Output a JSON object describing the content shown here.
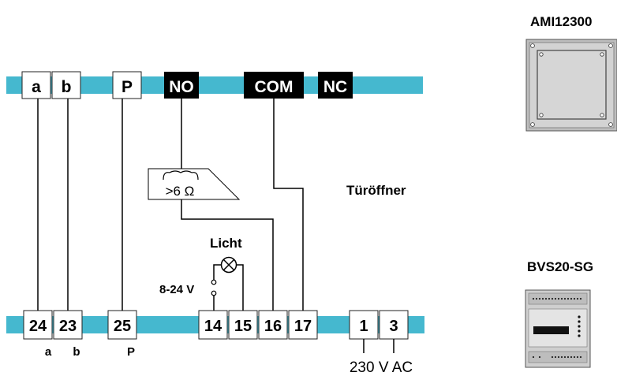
{
  "devices": {
    "top_title": "AMI12300",
    "bottom_title": "BVS20-SG"
  },
  "top_bus": {
    "color": "#45b8cf",
    "terminals_white": [
      "a",
      "b",
      "P"
    ],
    "terminals_black": [
      "NO",
      "COM",
      "NC"
    ]
  },
  "bottom_bus": {
    "terminals": [
      "24",
      "23",
      "25",
      "14",
      "15",
      "16",
      "17",
      "1",
      "3"
    ],
    "sub_labels": {
      "a": "a",
      "b": "b",
      "p": "P"
    },
    "supply_label": "230 V AC"
  },
  "components": {
    "door_opener": "Türöffner",
    "resistor": ">6 Ω",
    "lamp": "Licht",
    "voltage": "8-24 V"
  }
}
